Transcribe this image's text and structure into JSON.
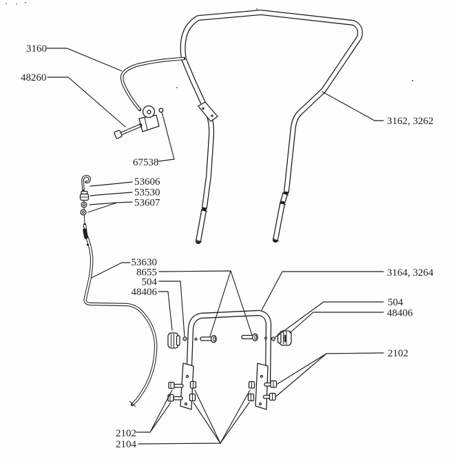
{
  "diagram": {
    "title_semantic": "handle-assembly-exploded-parts-diagram",
    "colors": {
      "ink": "#1e1e1e",
      "paper": "#fefefe"
    },
    "labels": {
      "upper_cable": "3160",
      "lever_bolt": "48260",
      "lever_screw": "67538",
      "cable_hook": "53606",
      "cable_ferrule": "53530",
      "cable_nuts": "53607",
      "lower_cable": "53630",
      "carriage_bolt": "8655",
      "washer_left": "504",
      "knob_left": "48406",
      "upper_handle": "3162, 3262",
      "lower_handle": "3164, 3264",
      "washer_right": "504",
      "knob_right": "48406",
      "bolt_right": "2102",
      "bolt_left": "2102",
      "nut_bottom": "2104"
    }
  }
}
